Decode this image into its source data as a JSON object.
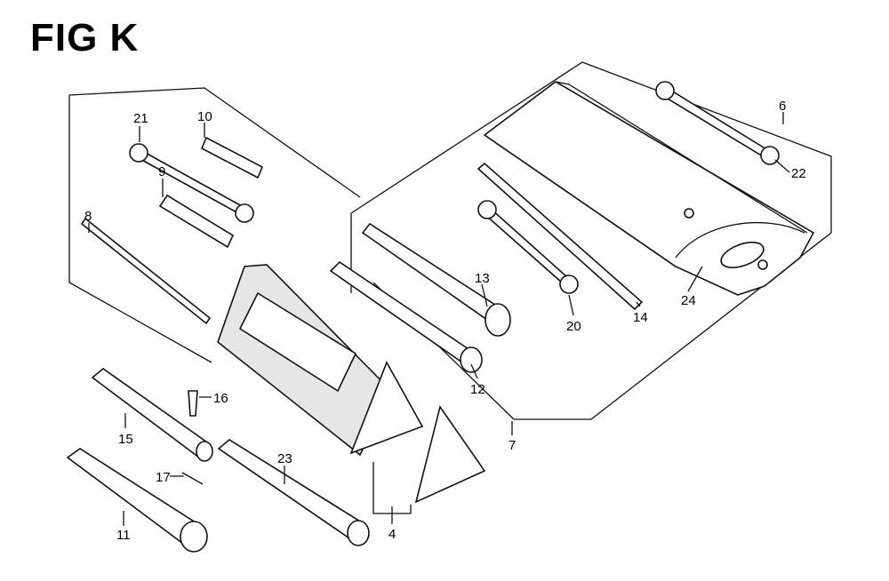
{
  "title": "FIG K",
  "callouts": {
    "p21": "21",
    "p10": "10",
    "p9": "9",
    "p8": "8",
    "p6": "6",
    "p22": "22",
    "p13": "13",
    "p20": "20",
    "p14": "14",
    "p24": "24",
    "p12": "12",
    "p16": "16",
    "p15": "15",
    "p17": "17",
    "p23": "23",
    "p11": "11",
    "p4": "4",
    "p7": "7"
  }
}
